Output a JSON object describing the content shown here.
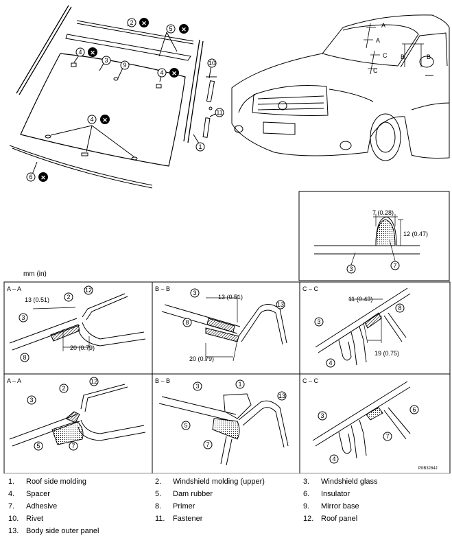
{
  "callouts": {
    "c1": "1",
    "c2": "2",
    "c3": "3",
    "c4": "4",
    "c5": "5",
    "c6": "6",
    "c7": "7",
    "c8": "8",
    "c9": "9",
    "c10": "10",
    "c11": "11",
    "c12": "12",
    "c13": "13"
  },
  "do_not_reuse_mark": "✕",
  "section_cuts": {
    "a": "A",
    "b": "B",
    "c": "C"
  },
  "units_label": "mm (in)",
  "sections": {
    "aa_top": "A – A",
    "bb_top": "B – B",
    "cc_top": "C – C",
    "aa_bottom": "A – A",
    "bb_bottom": "B – B",
    "cc_bottom": "C – C"
  },
  "dimensions": {
    "detail_width": "7 (0.28)",
    "detail_height": "12 (0.47)",
    "aa_primer": "13 (0.51)",
    "aa_width": "20 (0.79)",
    "bb_primer": "13 (0.51)",
    "bb_width": "20 (0.79)",
    "cc_primer": "11 (0.43)",
    "cc_width": "19 (0.75)"
  },
  "figure_code": "PIIB3284J",
  "legend": [
    {
      "num": "1.",
      "text": "Roof side molding"
    },
    {
      "num": "2.",
      "text": "Windshield molding (upper)"
    },
    {
      "num": "3.",
      "text": "Windshield glass"
    },
    {
      "num": "4.",
      "text": "Spacer"
    },
    {
      "num": "5.",
      "text": "Dam rubber"
    },
    {
      "num": "6.",
      "text": "Insulator"
    },
    {
      "num": "7.",
      "text": "Adhesive"
    },
    {
      "num": "8.",
      "text": "Primer"
    },
    {
      "num": "9.",
      "text": "Mirror base"
    },
    {
      "num": "10.",
      "text": "Rivet"
    },
    {
      "num": "11.",
      "text": "Fastener"
    },
    {
      "num": "12.",
      "text": "Roof panel"
    },
    {
      "num": "13.",
      "text": "Body side outer panel"
    }
  ]
}
